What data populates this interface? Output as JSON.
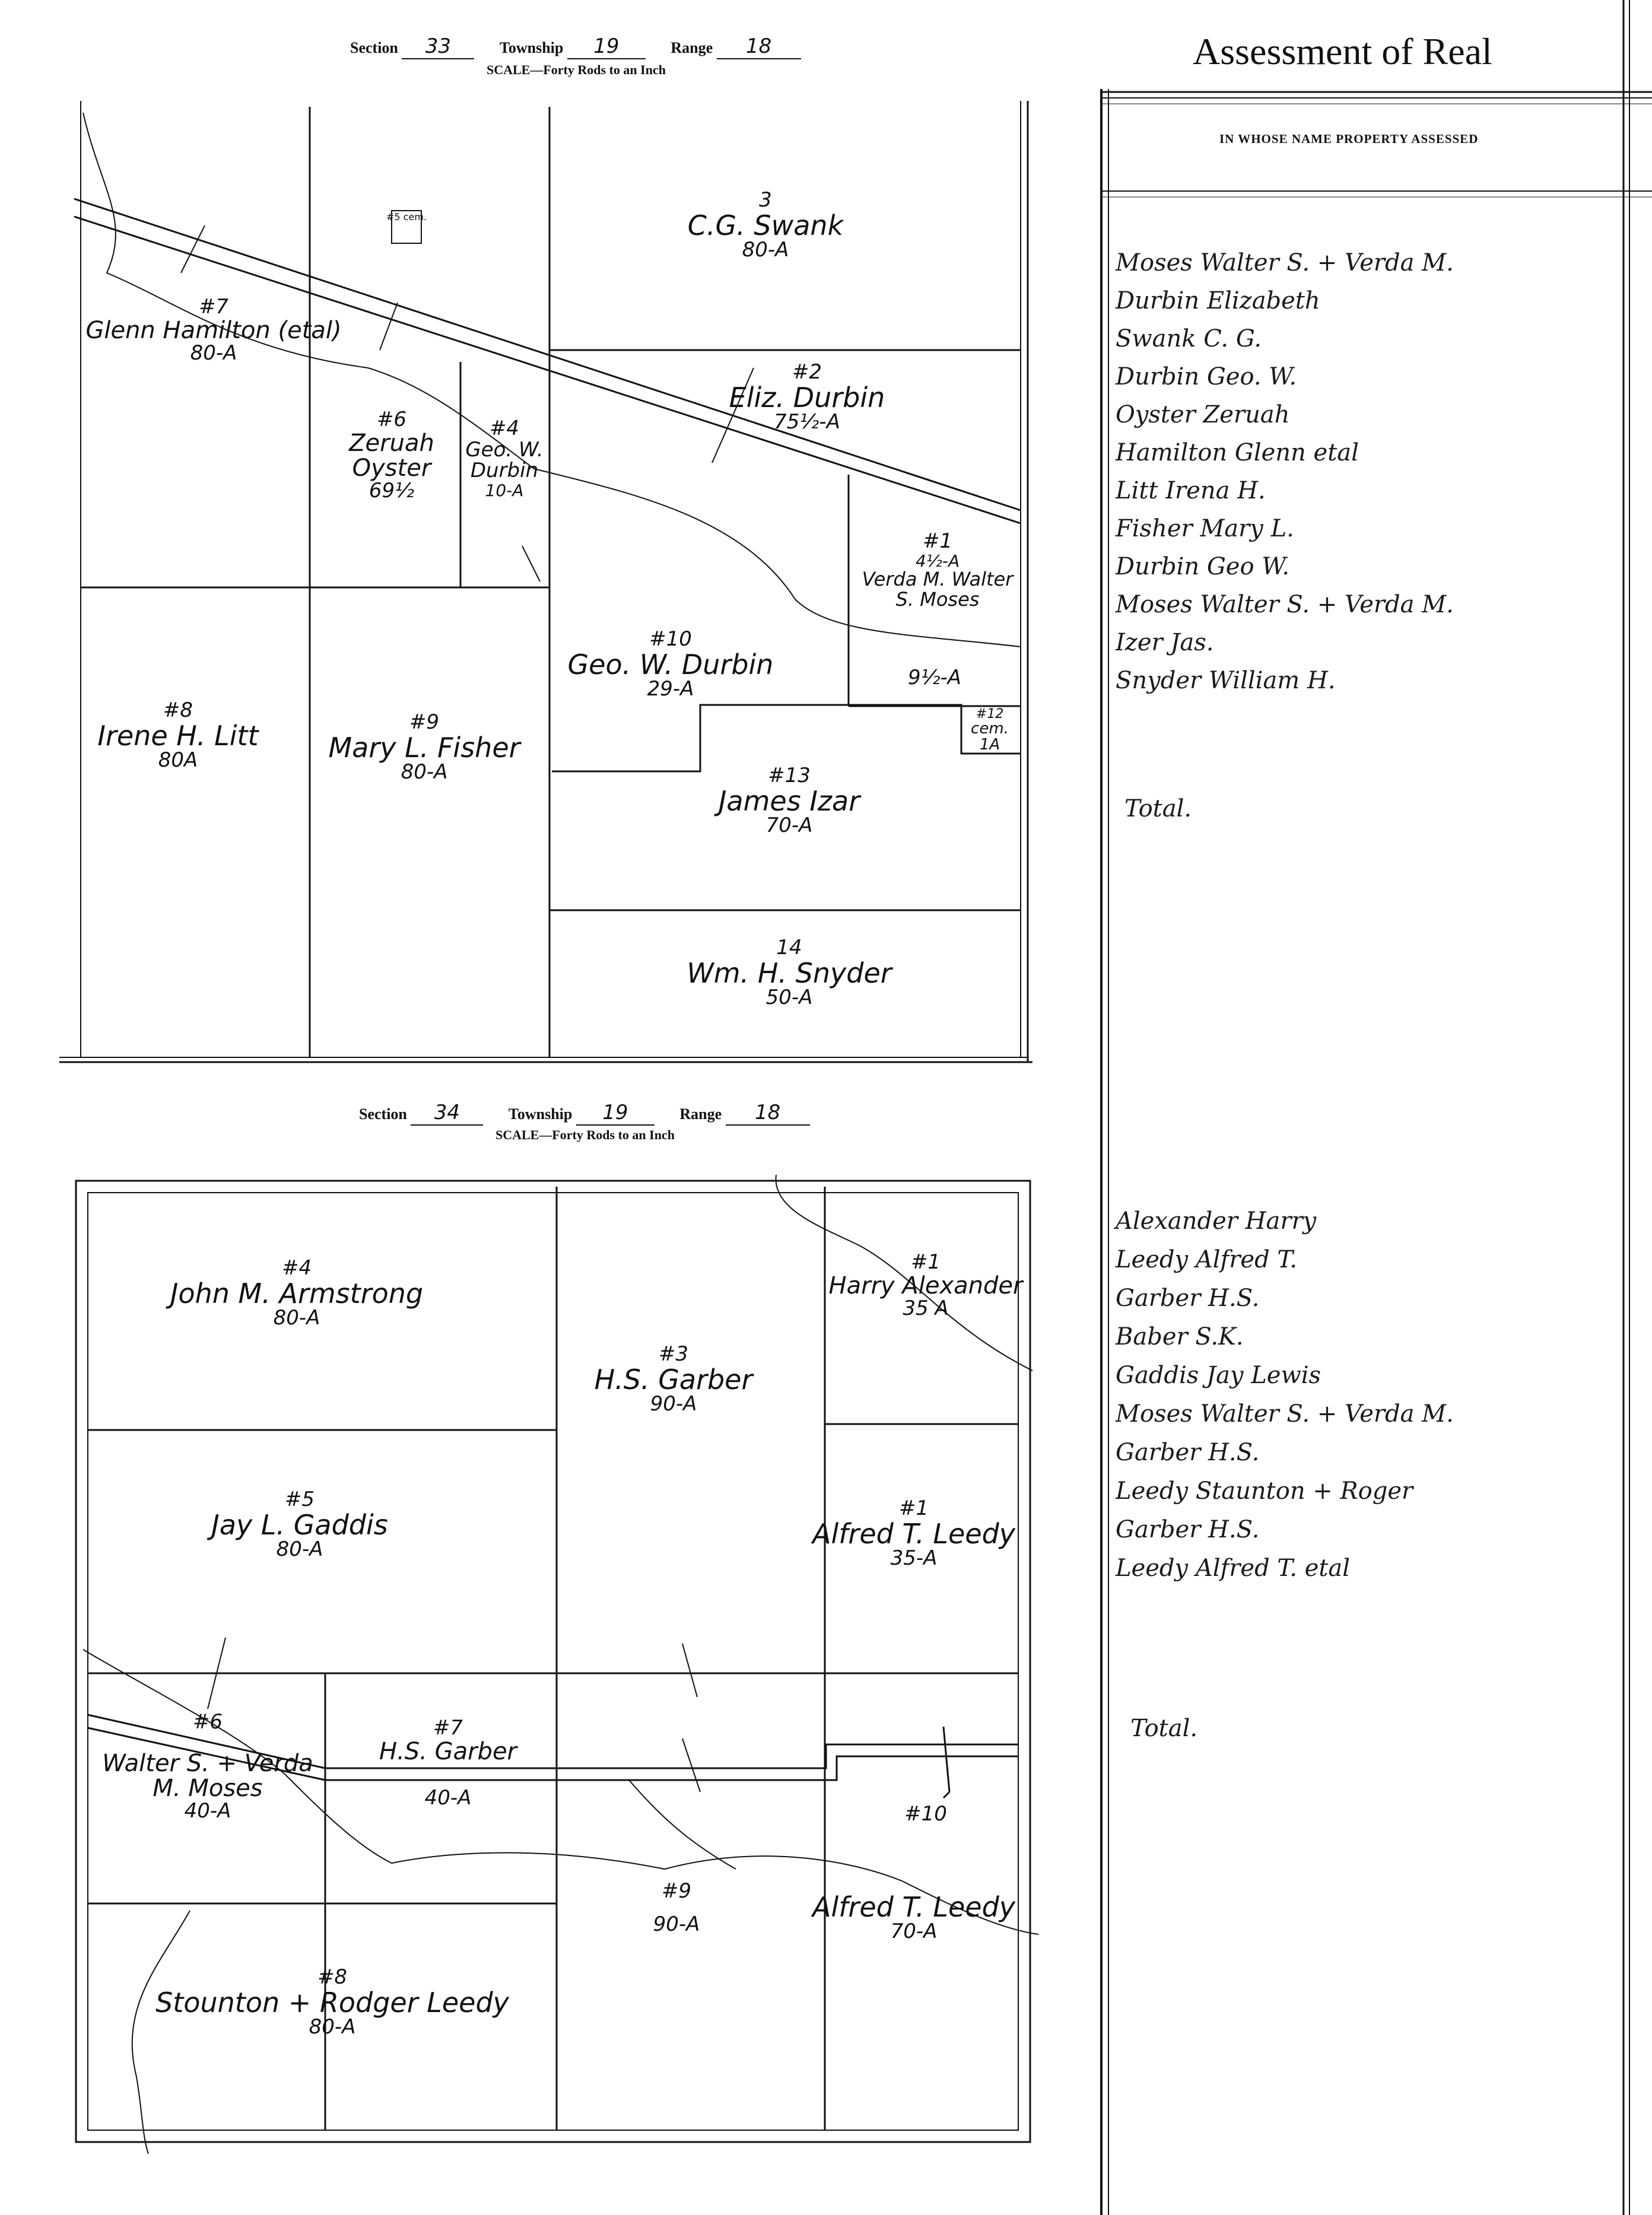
{
  "header": {
    "section_label": "Section",
    "township_label": "Township",
    "range_label": "Range",
    "scale": "SCALE—Forty Rods to an Inch"
  },
  "section33": {
    "section": "33",
    "township": "19",
    "range": "18",
    "parcels": [
      {
        "num": "3",
        "name": "C.G. Swank",
        "acres": "80-A"
      },
      {
        "num": "#7",
        "name": "Glenn Hamilton (etal)",
        "acres": "80-A"
      },
      {
        "num": "#2",
        "name": "Eliz. Durbin",
        "acres": "75½-A"
      },
      {
        "num": "#6",
        "name": "Zeruah Oyster",
        "acres": "69½"
      },
      {
        "num": "#4",
        "name": "Geo. W. Durbin",
        "acres": "10-A"
      },
      {
        "num": "#1",
        "name": "Verda M. Walter S. Moses",
        "acres": "4½-A"
      },
      {
        "num": "#10",
        "name": "Geo. W. Durbin",
        "acres": "29-A"
      },
      {
        "num": "",
        "name": "",
        "acres": "9½-A"
      },
      {
        "num": "#8",
        "name": "Irene H. Litt",
        "acres": "80A"
      },
      {
        "num": "#9",
        "name": "Mary L. Fisher",
        "acres": "80-A"
      },
      {
        "num": "#12",
        "name": "cem.",
        "acres": "1A"
      },
      {
        "num": "#13",
        "name": "James Izar",
        "acres": "70-A"
      },
      {
        "num": "14",
        "name": "Wm. H. Snyder",
        "acres": "50-A"
      }
    ],
    "cem_mark": "#5 cem."
  },
  "section34": {
    "section": "34",
    "township": "19",
    "range": "18",
    "parcels": [
      {
        "num": "#4",
        "name": "John M. Armstrong",
        "acres": "80-A"
      },
      {
        "num": "#3",
        "name": "H.S. Garber",
        "acres": "90-A"
      },
      {
        "num": "#1",
        "name": "Harry Alexander",
        "acres": "35 A"
      },
      {
        "num": "#5",
        "name": "Jay L. Gaddis",
        "acres": "80-A"
      },
      {
        "num": "#1",
        "name": "Alfred T. Leedy",
        "acres": "35-A"
      },
      {
        "num": "#6",
        "name": "Walter S. + Verda M. Moses",
        "acres": "40-A"
      },
      {
        "num": "#7",
        "name": "H.S. Garber",
        "acres": "40-A"
      },
      {
        "num": "#10",
        "name": "",
        "acres": ""
      },
      {
        "num": "#9",
        "name": "",
        "acres": "90-A"
      },
      {
        "num": "",
        "name": "Alfred T. Leedy",
        "acres": "70-A"
      },
      {
        "num": "#8",
        "name": "Stounton + Rodger Leedy",
        "acres": "80-A"
      }
    ]
  },
  "register": {
    "title": "Assessment of Real",
    "column_header": "IN WHOSE NAME PROPERTY ASSESSED",
    "owners_33": [
      "Moses Walter S. + Verda M.",
      "Durbin Elizabeth",
      "Swank C. G.",
      "Durbin Geo. W.",
      "Oyster Zeruah",
      "Hamilton Glenn etal",
      "Litt Irena H.",
      "Fisher Mary L.",
      "Durbin Geo W.",
      "Moses Walter S. + Verda M.",
      "Izer Jas.",
      "Snyder William H."
    ],
    "total_33": "Total.",
    "owners_34": [
      "Alexander Harry",
      "Leedy Alfred T.",
      "Garber H.S.",
      "Baber S.K.",
      "Gaddis Jay Lewis",
      "Moses Walter S. + Verda M.",
      "Garber H.S.",
      "Leedy Staunton + Roger",
      "Garber H.S.",
      "Leedy Alfred T. etal"
    ],
    "total_34": "Total."
  }
}
